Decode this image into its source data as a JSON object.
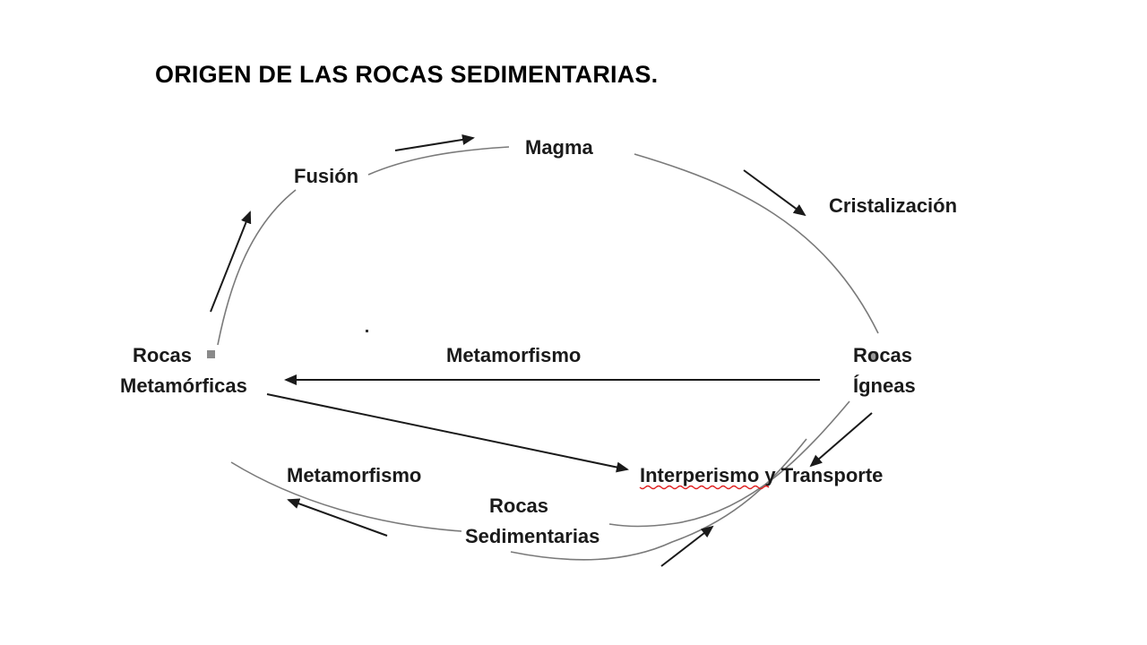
{
  "title": "ORIGEN DE LAS ROCAS SEDIMENTARIAS.",
  "diagram": {
    "nodes": {
      "magma": "Magma",
      "cristalizacion": "Cristalización",
      "fusion": "Fusión",
      "rocas_metamorficas_1": "Rocas",
      "rocas_metamorficas_2": "Metamórficas",
      "rocas_igneas_1": "Rocas",
      "rocas_igneas_2": "Ígneas",
      "metamorfismo_center": "Metamorfismo",
      "metamorfismo_lower": "Metamorfismo",
      "interperismo": "Interperismo y Transporte",
      "rocas_sedimentarias_1": "Rocas",
      "rocas_sedimentarias_2": "Sedimentarias"
    },
    "colors": {
      "arrow": "#1a1a1a",
      "curve": "#7a7a7a",
      "spellcheck_underline": "#e02020"
    }
  }
}
